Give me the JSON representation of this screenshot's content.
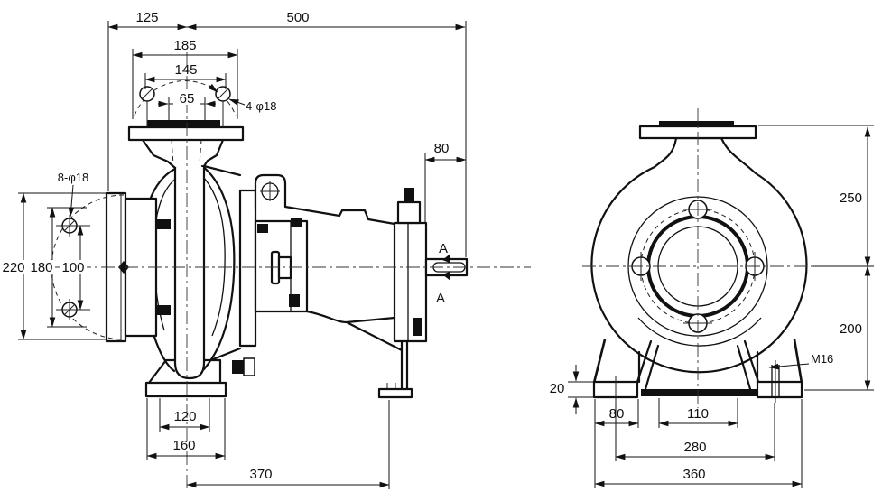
{
  "drawing": {
    "subject": "Centrifugal pump outline drawing",
    "views": [
      "side view",
      "front view"
    ],
    "line_color": "#111111",
    "background": "#ffffff"
  },
  "side_view": {
    "dims": {
      "d125": "125",
      "d500": "500",
      "d185": "185",
      "d145": "145",
      "d65": "65",
      "discharge_holes": "4-φ18",
      "suction_holes": "8-φ18",
      "d220": "220",
      "d180": "180",
      "d100": "100",
      "shaft_d80": "80",
      "d120": "120",
      "d160": "160",
      "d370": "370",
      "section": "A"
    }
  },
  "front_view": {
    "dims": {
      "d250": "250",
      "d200": "200",
      "d20": "20",
      "d80": "80",
      "d110": "110",
      "d280": "280",
      "d360": "360",
      "foot_thread": "M16"
    }
  }
}
